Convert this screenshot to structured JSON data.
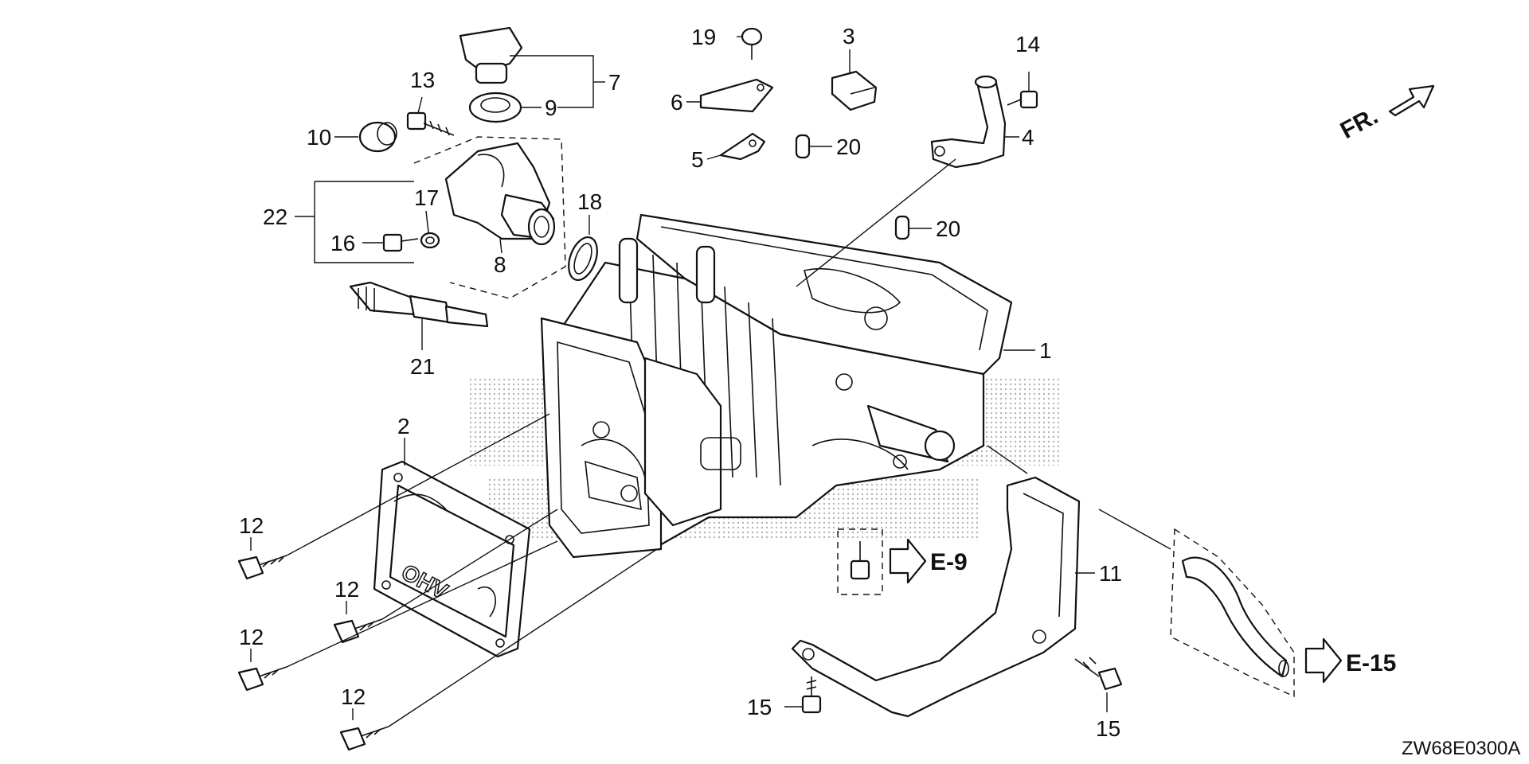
{
  "diagram": {
    "drawing_code": "ZW68E0300A",
    "front_indicator": "FR.",
    "references": [
      "E-9",
      "E-15"
    ],
    "callouts": [
      {
        "id": "1",
        "label": "1"
      },
      {
        "id": "2",
        "label": "2"
      },
      {
        "id": "3",
        "label": "3"
      },
      {
        "id": "4",
        "label": "4"
      },
      {
        "id": "5",
        "label": "5"
      },
      {
        "id": "6",
        "label": "6"
      },
      {
        "id": "7",
        "label": "7"
      },
      {
        "id": "8",
        "label": "8"
      },
      {
        "id": "9",
        "label": "9"
      },
      {
        "id": "10",
        "label": "10"
      },
      {
        "id": "11",
        "label": "11"
      },
      {
        "id": "12a",
        "label": "12"
      },
      {
        "id": "12b",
        "label": "12"
      },
      {
        "id": "12c",
        "label": "12"
      },
      {
        "id": "12d",
        "label": "12"
      },
      {
        "id": "13",
        "label": "13"
      },
      {
        "id": "14",
        "label": "14"
      },
      {
        "id": "15a",
        "label": "15"
      },
      {
        "id": "15b",
        "label": "15"
      },
      {
        "id": "16",
        "label": "16"
      },
      {
        "id": "17",
        "label": "17"
      },
      {
        "id": "18",
        "label": "18"
      },
      {
        "id": "19",
        "label": "19"
      },
      {
        "id": "20a",
        "label": "20"
      },
      {
        "id": "20b",
        "label": "20"
      },
      {
        "id": "21",
        "label": "21"
      },
      {
        "id": "22",
        "label": "22"
      }
    ],
    "cover_logo": "OHV"
  }
}
